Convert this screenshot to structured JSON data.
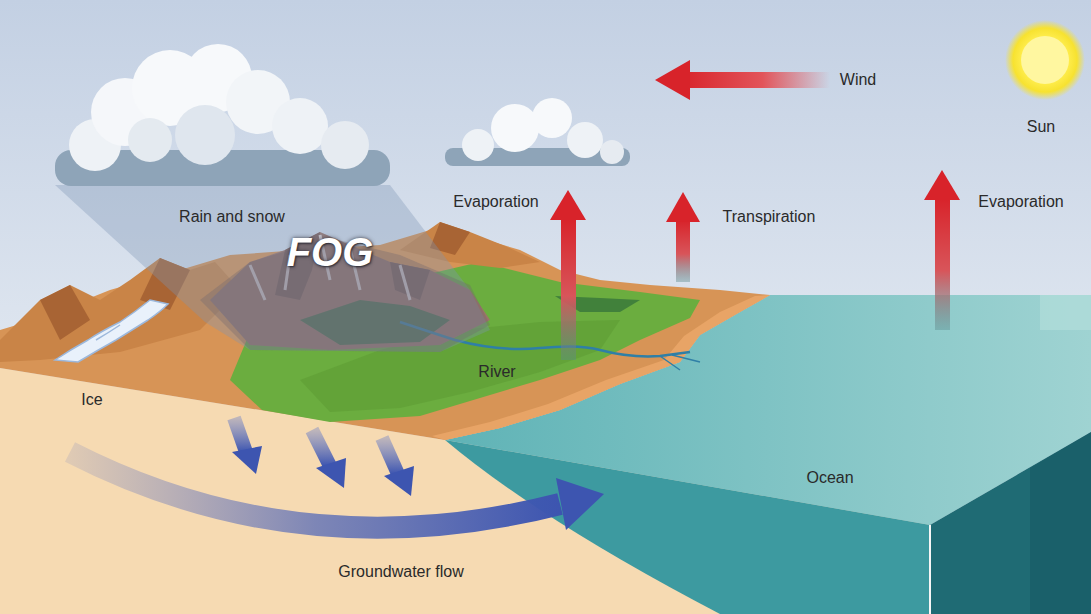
{
  "diagram": {
    "labels": [
      "Wind",
      "Sun",
      "Rain and snow",
      "FOG",
      "Evaporation",
      "Transpiration",
      "Evaporation",
      "Ice",
      "River",
      "Ocean",
      "Groundwater flow"
    ]
  }
}
